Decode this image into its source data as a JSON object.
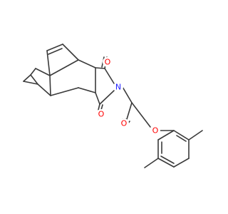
{
  "structure": {
    "atoms": [
      {
        "symbol": "O",
        "color": "#ff0000"
      },
      {
        "symbol": "O",
        "color": "#ff0000"
      },
      {
        "symbol": "N",
        "color": "#1f1fff"
      },
      {
        "symbol": "O",
        "color": "#ff0000"
      },
      {
        "symbol": "O",
        "color": "#ff0000"
      }
    ],
    "bond_color": "#3a3a3a"
  }
}
